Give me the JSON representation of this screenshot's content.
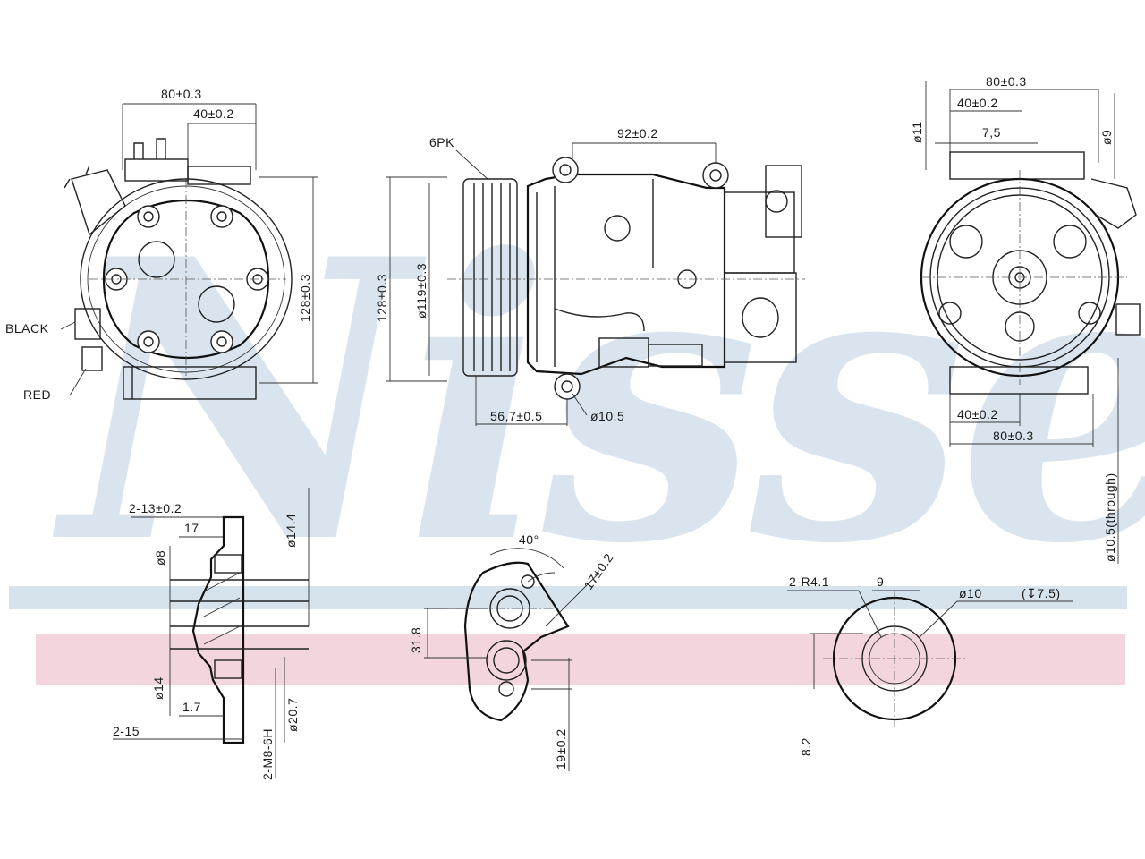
{
  "watermark": {
    "brand": "Nissens",
    "color_blue": "#d6e2ec",
    "color_pink": "#f3d6dd"
  },
  "front_view": {
    "width_80": "80±0.3",
    "width_40": "40±0.2",
    "height_128": "128±0.3",
    "wire_black": "BLACK",
    "wire_red": "RED"
  },
  "side_view": {
    "belt": "6PK",
    "dim_92": "92±0.2",
    "dim_128": "128±0.3",
    "dia_119": "ø119±0.3",
    "dim_56": "56,7±0.5",
    "dia_10": "ø10,5"
  },
  "rear_view": {
    "width_80": "80±0.3",
    "width_40": "40±0.2",
    "dim_7": "7,5",
    "dia_11": "ø11",
    "dia_9": "ø9",
    "bottom_40": "40±0.2",
    "bottom_80": "80±0.3",
    "dia_through": "ø10.5(through)"
  },
  "port_section": {
    "d_2_13": "2-13±0.2",
    "d_17": "17",
    "d_8": "ø8",
    "d_14_4": "ø14.4",
    "d_14": "ø14",
    "d_1_7": "1.7",
    "d_2_15": "2-15",
    "d_thread": "2-M8-6H",
    "d_20_7": "ø20.7"
  },
  "flange_view": {
    "angle": "40°",
    "d_17": "17±0.2",
    "d_31_8": "31.8",
    "d_19": "19±0.2"
  },
  "mount_view": {
    "radius": "2-R4.1",
    "d_9": "9",
    "d_10": "ø10",
    "depth": "(↧7.5)",
    "d_8_2": "8.2"
  }
}
